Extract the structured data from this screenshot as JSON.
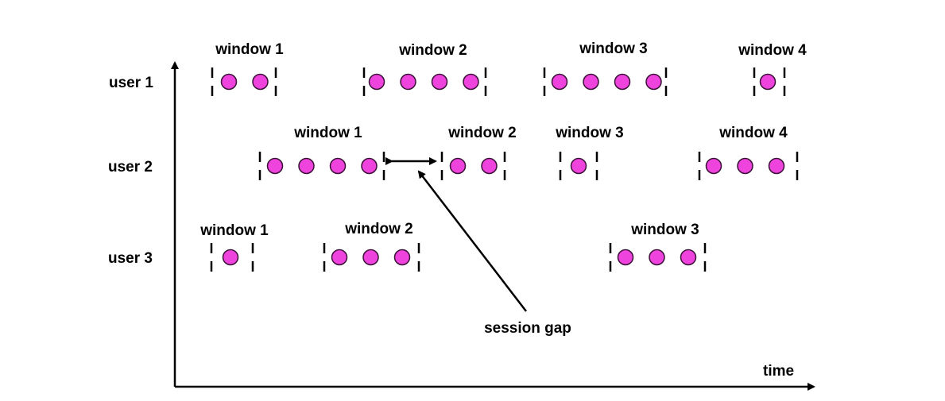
{
  "axes": {
    "x_label": "time"
  },
  "annotation": {
    "label": "session gap"
  },
  "colors": {
    "event_fill": "#ee44dd",
    "event_stroke": "#3a1036",
    "line": "#000000"
  },
  "users": [
    {
      "label": "user 1",
      "windows": [
        {
          "label": "window 1",
          "events": 2
        },
        {
          "label": "window 2",
          "events": 4
        },
        {
          "label": "window 3",
          "events": 4
        },
        {
          "label": "window 4",
          "events": 1
        }
      ]
    },
    {
      "label": "user 2",
      "windows": [
        {
          "label": "window 1",
          "events": 4
        },
        {
          "label": "window 2",
          "events": 2
        },
        {
          "label": "window 3",
          "events": 1
        },
        {
          "label": "window 4",
          "events": 3
        }
      ]
    },
    {
      "label": "user 3",
      "windows": [
        {
          "label": "window 1",
          "events": 1
        },
        {
          "label": "window 2",
          "events": 3
        },
        {
          "label": "window 3",
          "events": 3
        }
      ]
    }
  ]
}
